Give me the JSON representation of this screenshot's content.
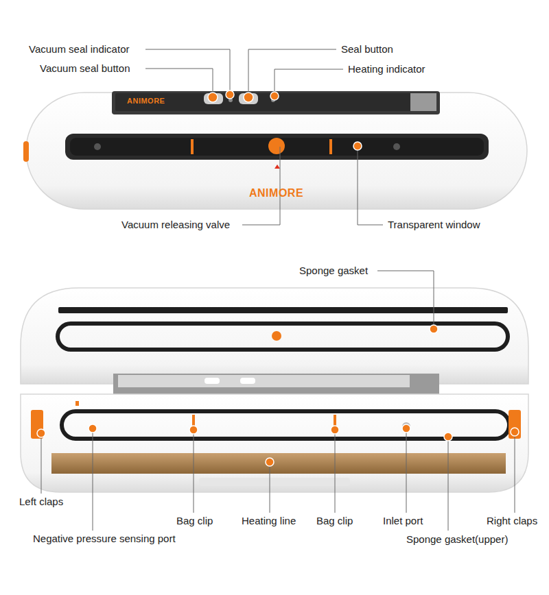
{
  "diagram": {
    "labels": [
      "Vacuum seal indicator",
      "Vacuum seal button",
      "Seal button",
      "Heating indicator",
      "Vacuum releasing valve",
      "Transparent window",
      "Sponge gasket",
      "Left claps",
      "Bag clip",
      "Heating line",
      "Bag clip",
      "Inlet port",
      "Right claps",
      "Negative pressure sensing port",
      "Sponge gasket(upper)",
      "ANIMORE",
      "ANIMORE"
    ]
  }
}
